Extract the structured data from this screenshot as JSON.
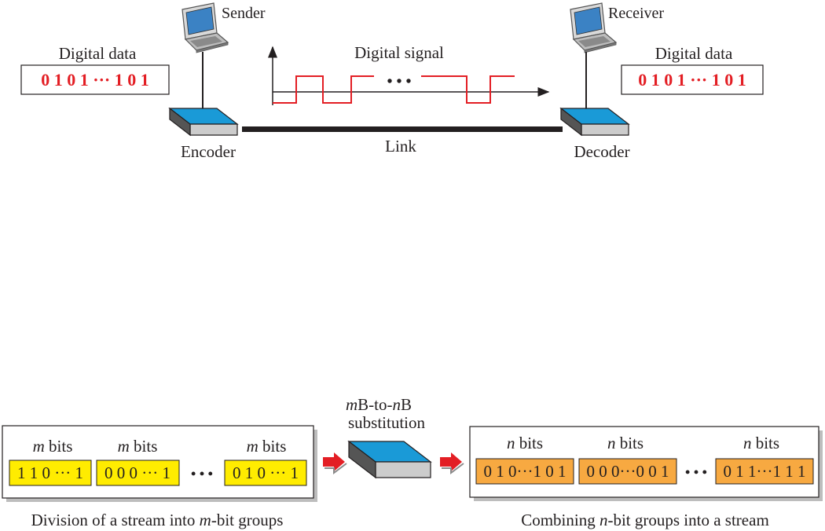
{
  "top": {
    "sender_label": "Sender",
    "receiver_label": "Receiver",
    "left_data_title": "Digital data",
    "right_data_title": "Digital data",
    "left_bits": "0 1 0 1  ···  1 0 1",
    "right_bits": "0 1 0 1  ···  1 0 1",
    "signal_title": "Digital signal",
    "signal_dots": "• • •",
    "encoder_label": "Encoder",
    "decoder_label": "Decoder",
    "link_label": "Link"
  },
  "bottom": {
    "left_headers": [
      {
        "italic": "m",
        "rest": " bits"
      },
      {
        "italic": "m",
        "rest": " bits"
      },
      {
        "italic": "m",
        "rest": " bits"
      }
    ],
    "left_groups": [
      "1 1 0 ··· 1",
      "0 0 0 ··· 1",
      "0 1 0 ··· 1"
    ],
    "right_headers": [
      {
        "italic": "n",
        "rest": " bits"
      },
      {
        "italic": "n",
        "rest": " bits"
      },
      {
        "italic": "n",
        "rest": " bits"
      }
    ],
    "right_groups": [
      "0 1 0···1 0 1",
      "0 0 0···0 0 1",
      "0 1 1···1 1 1"
    ],
    "group_dots": "• • •",
    "substitution_line1": {
      "a": "m",
      "b": "B-to-",
      "c": "n",
      "d": "B"
    },
    "substitution_line2": "substitution",
    "left_caption": {
      "pre": "Division of a stream into ",
      "italic": "m",
      "post": "-bit groups"
    },
    "right_caption": {
      "pre": "Combining ",
      "italic": "n",
      "post": "-bit groups into a stream"
    }
  },
  "colors": {
    "device_top": "#1a9ad7",
    "device_front": "#cccccc",
    "signal": "#e31e24",
    "yellow_box": "#ffec00",
    "orange_box": "#f7a941",
    "arrow_red": "#e31e24"
  },
  "icons": [
    "laptop-icon",
    "encoder-device-icon",
    "decoder-device-icon",
    "substitution-device-icon",
    "right-arrow-icon"
  ]
}
